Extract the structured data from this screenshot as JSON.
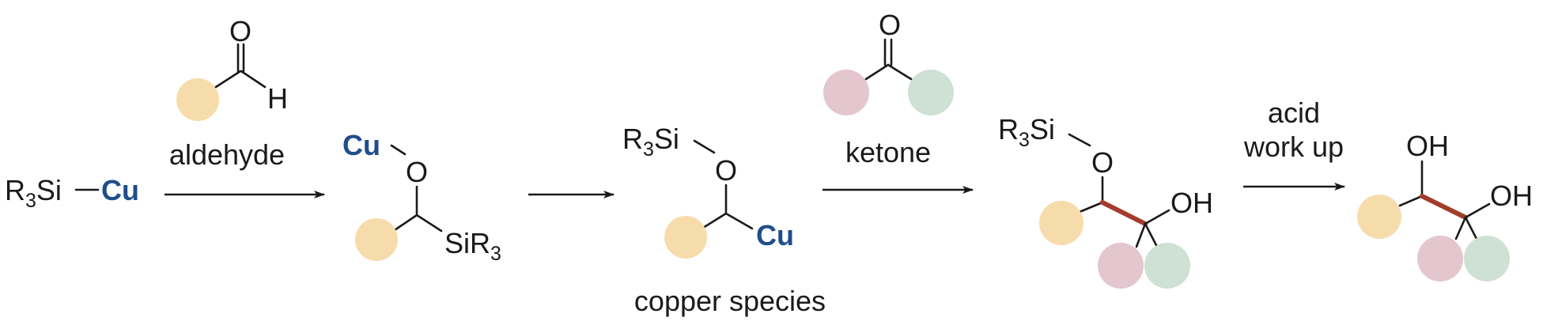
{
  "colors": {
    "copper": "#1f4e8c",
    "aldehyde_substituent": "#f7dcab",
    "ketone_substituent_1": "#e4c6cf",
    "ketone_substituent_2": "#cfe0d4",
    "new_bond": "#a23c2b",
    "line": "#1a1a1a"
  },
  "reagent": {
    "r3": "R",
    "r3_sub": "3",
    "si": "Si",
    "cu": "Cu"
  },
  "atoms": {
    "O": "O",
    "H": "H",
    "OH": "OH",
    "Cu": "Cu",
    "R": "R",
    "sub3": "3",
    "Si": "Si"
  },
  "arrows": [
    {
      "label": "aldehyde"
    },
    {
      "label": ""
    },
    {
      "label": "ketone"
    },
    {
      "label_line1": "acid",
      "label_line2": "work up"
    }
  ],
  "captions": {
    "copper_species": "copper species"
  }
}
